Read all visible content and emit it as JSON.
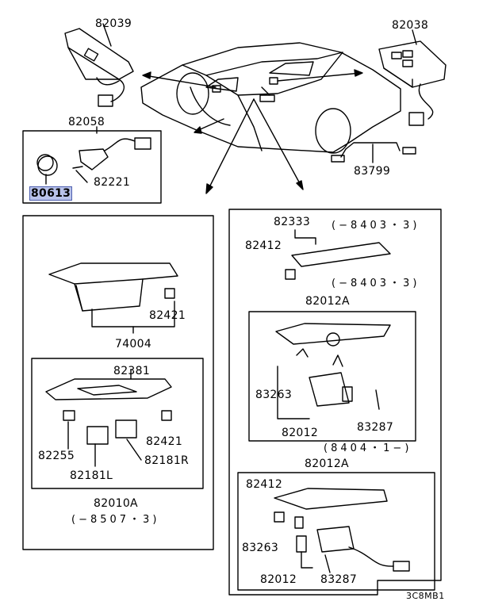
{
  "parts": {
    "p82039": "82039",
    "p82038": "82038",
    "p82058": "82058",
    "p80613": "80613",
    "p82221": "82221",
    "p83799": "83799",
    "p82333": "82333",
    "p82412_a": "82412",
    "p82421_a": "82421",
    "p74004": "74004",
    "p82381": "82381",
    "p82255": "82255",
    "p82421_b": "82421",
    "p82181L": "82181L",
    "p82181R": "82181R",
    "p82010A": "82010A",
    "p82012A_a": "82012A",
    "p83263_a": "83263",
    "p82012_a": "82012",
    "p83287_a": "83287",
    "p82012A_b": "82012A",
    "p82412_b": "82412",
    "p83263_b": "83263",
    "p82012_b": "82012",
    "p83287_b": "83287"
  },
  "ranges": {
    "r_top1": "(−8403・3)",
    "r_top2": "(−8403・3)",
    "r_mid": "(8404・1−)",
    "r_left": "(−8507・3)"
  },
  "diagram_code": "3C8MB1",
  "highlight_color": "#b9c3ea"
}
